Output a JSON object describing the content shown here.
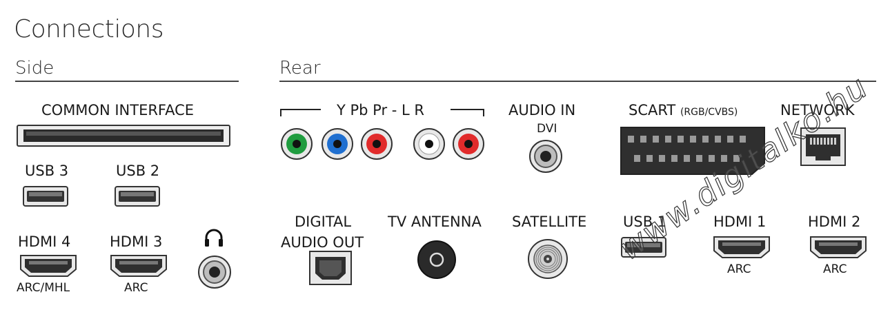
{
  "title": "Connections",
  "side": {
    "heading": "Side",
    "common_interface": "COMMON INTERFACE",
    "usb3": "USB 3",
    "usb2": "USB 2",
    "hdmi4": "HDMI 4",
    "hdmi4_sub": "ARC/MHL",
    "hdmi3": "HDMI 3",
    "hdmi3_sub": "ARC",
    "headphone_icon": "headphone-icon"
  },
  "rear": {
    "heading": "Rear",
    "component": "Y Pb Pr - L R",
    "audio_in": "AUDIO IN",
    "audio_in_sub": "DVI",
    "scart": "SCART",
    "scart_sub": "(RGB/CVBS)",
    "network": "NETWORK",
    "digital_audio_out_1": "DIGITAL",
    "digital_audio_out_2": "AUDIO OUT",
    "tv_antenna": "TV ANTENNA",
    "satellite": "SATELLITE",
    "usb1": "USB 1",
    "hdmi1": "HDMI 1",
    "hdmi1_sub": "ARC",
    "hdmi2": "HDMI 2",
    "hdmi2_sub": "ARC"
  },
  "watermark": "www.digitalko.hu",
  "colors": {
    "y": "#1f9c3f",
    "pb": "#1f6fd0",
    "pr": "#e12b2b",
    "l": "#ffffff",
    "r": "#e12b2b"
  }
}
